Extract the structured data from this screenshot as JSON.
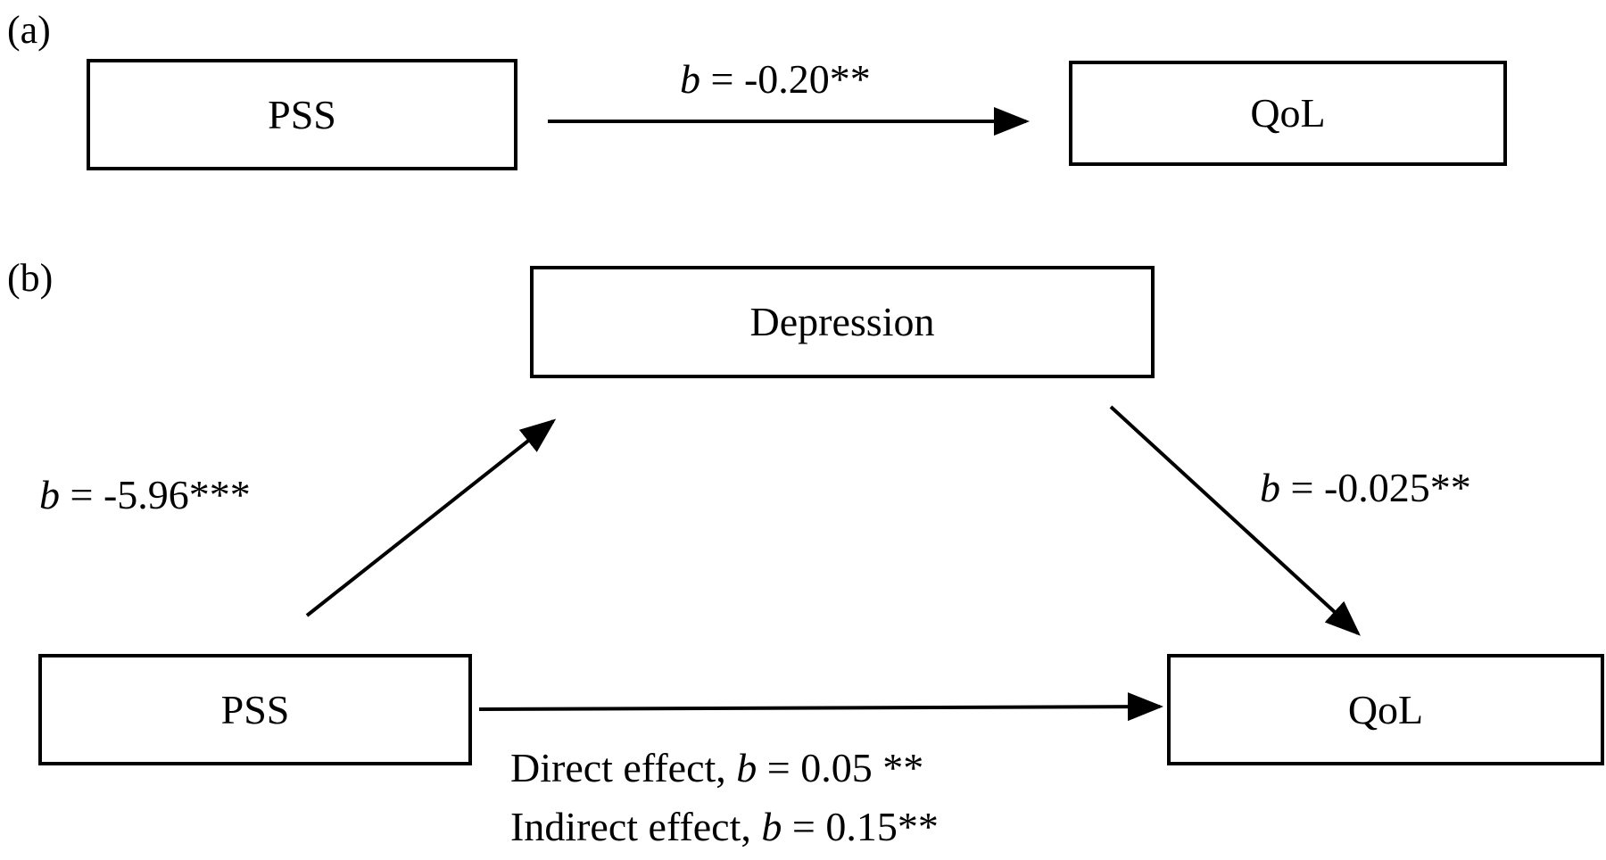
{
  "panels": {
    "a": {
      "label": "(a)"
    },
    "b": {
      "label": "(b)"
    }
  },
  "nodes": {
    "a_pss": "PSS",
    "a_qol": "QoL",
    "b_depression": "Depression",
    "b_pss": "PSS",
    "b_qol": "QoL"
  },
  "edges": {
    "a_pss_qol": {
      "symbol": "b",
      "text": " = -0.20**"
    },
    "b_pss_depression": {
      "symbol": "b",
      "text": " = -5.96***"
    },
    "b_depression_qol": {
      "symbol": "b",
      "text": " = -0.025**"
    },
    "b_direct": {
      "prefix": "Direct effect, ",
      "symbol": "b",
      "text": " = 0.05 **"
    },
    "b_indirect": {
      "prefix": "Indirect effect, ",
      "symbol": "b",
      "text": " = 0.15**"
    }
  },
  "colors": {
    "stroke": "#000000",
    "background": "#ffffff"
  }
}
